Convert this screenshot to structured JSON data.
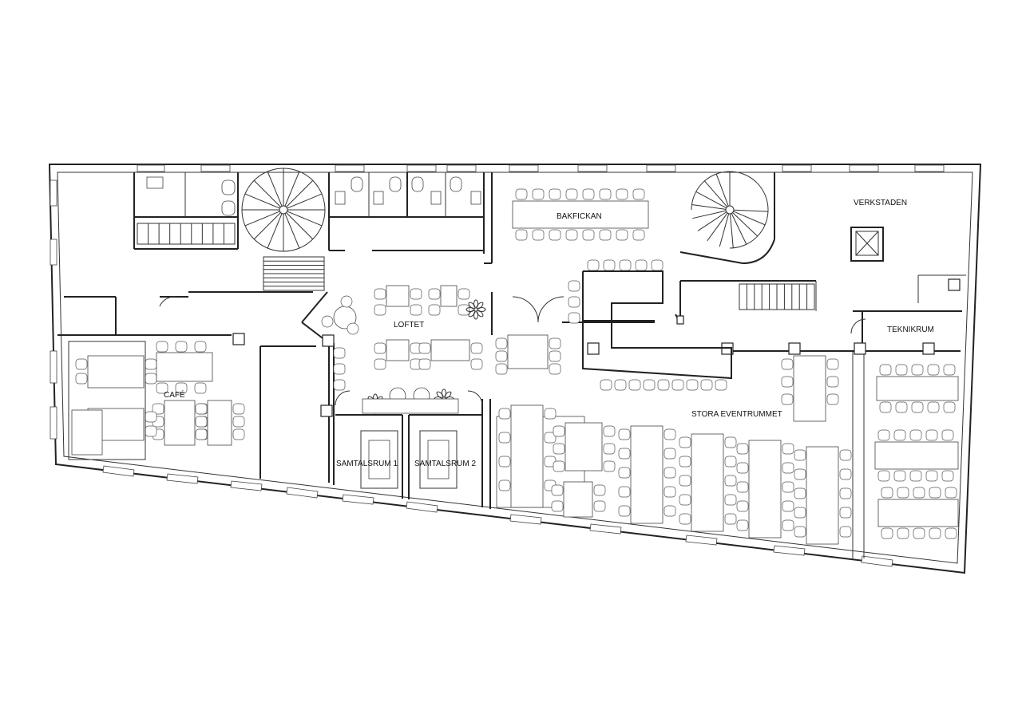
{
  "rooms": {
    "bakfickan": "BAKFICKAN",
    "verkstaden": "VERKSTADEN",
    "loftet": "LOFTET",
    "teknikrum": "TEKNIKRUM",
    "cafe": "CAFÉ",
    "stora_eventrummet": "STORA EVENTRUMMET",
    "samtalsrum_1": "SAMTALSRUM 1",
    "samtalsrum_2": "SAMTALSRUM 2"
  }
}
